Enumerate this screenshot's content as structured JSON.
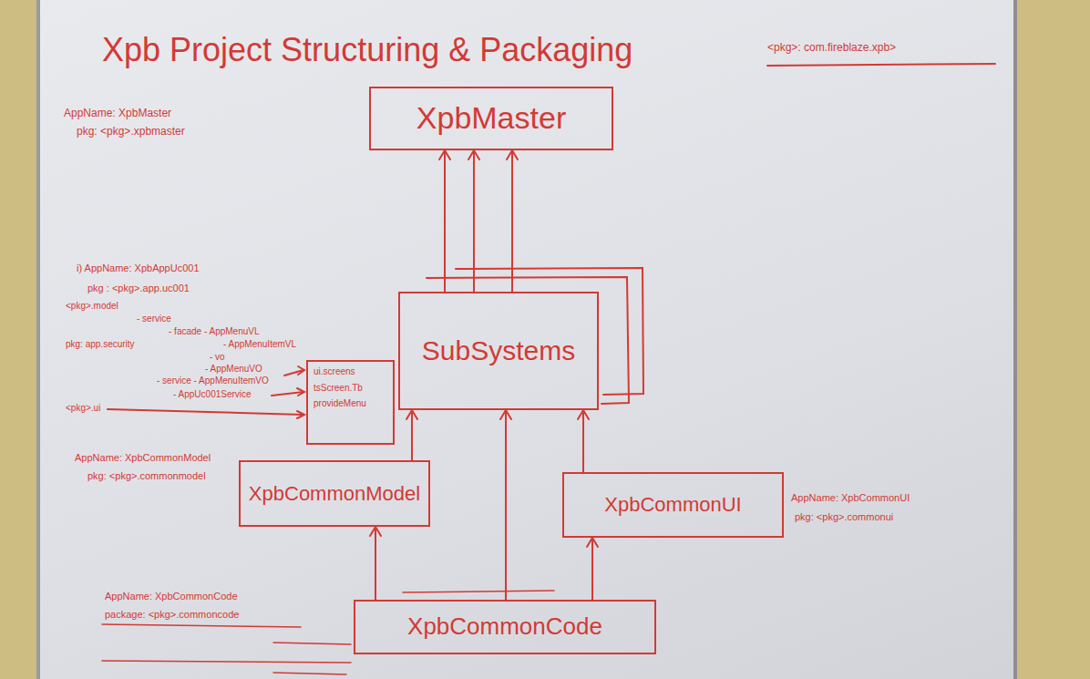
{
  "diagram": {
    "title": "Xpb Project Structuring & Packaging",
    "nodes": [
      {
        "text": [
          "XpbMaster"
        ]
      },
      {
        "text": [
          "SubSystems"
        ]
      },
      {
        "text": [
          "ui.screens",
          "tsScreen.Tb",
          "provideMenu"
        ]
      },
      {
        "text": [
          "XpbCommonModel"
        ]
      },
      {
        "text": [
          "XpbCommonUI"
        ]
      },
      {
        "text": [
          "XpbCommonCode"
        ]
      }
    ],
    "edges": [
      {
        "from": 1,
        "to": 0,
        "arrow": "to"
      },
      {
        "from": 1,
        "to": 0,
        "arrow": "to"
      },
      {
        "from": 1,
        "to": 0,
        "arrow": "to"
      },
      {
        "from": 3,
        "to": 1,
        "arrow": "to"
      },
      {
        "from": 5,
        "to": 1,
        "arrow": "to"
      },
      {
        "from": 4,
        "to": 1,
        "arrow": "to"
      },
      {
        "from": 5,
        "to": 3,
        "arrow": "to"
      },
      {
        "from": 5,
        "to": 4,
        "arrow": "to"
      }
    ],
    "labels": [
      "<pkg>: com.fireblaze.xpb>",
      "AppName: XpbMaster",
      "pkg: <pkg>.xpbmaster",
      "i) AppName: XpbAppUc001",
      "pkg : <pkg>.app.uc001",
      "<pkg>.model",
      "- service",
      "- facade - AppMenuVL",
      "pkg: app.security",
      "- AppMenuItemVL",
      "- vo",
      "- AppMenuVO",
      "- service - AppMenuItemVO",
      "- AppUc001Service",
      "<pkg>.ui",
      "AppName: XpbCommonModel",
      "pkg: <pkg>.commonmodel",
      "AppName: XpbCommonUI",
      "pkg: <pkg>.commonui",
      "AppName: XpbCommonCode",
      "package: <pkg>.commoncode"
    ]
  }
}
